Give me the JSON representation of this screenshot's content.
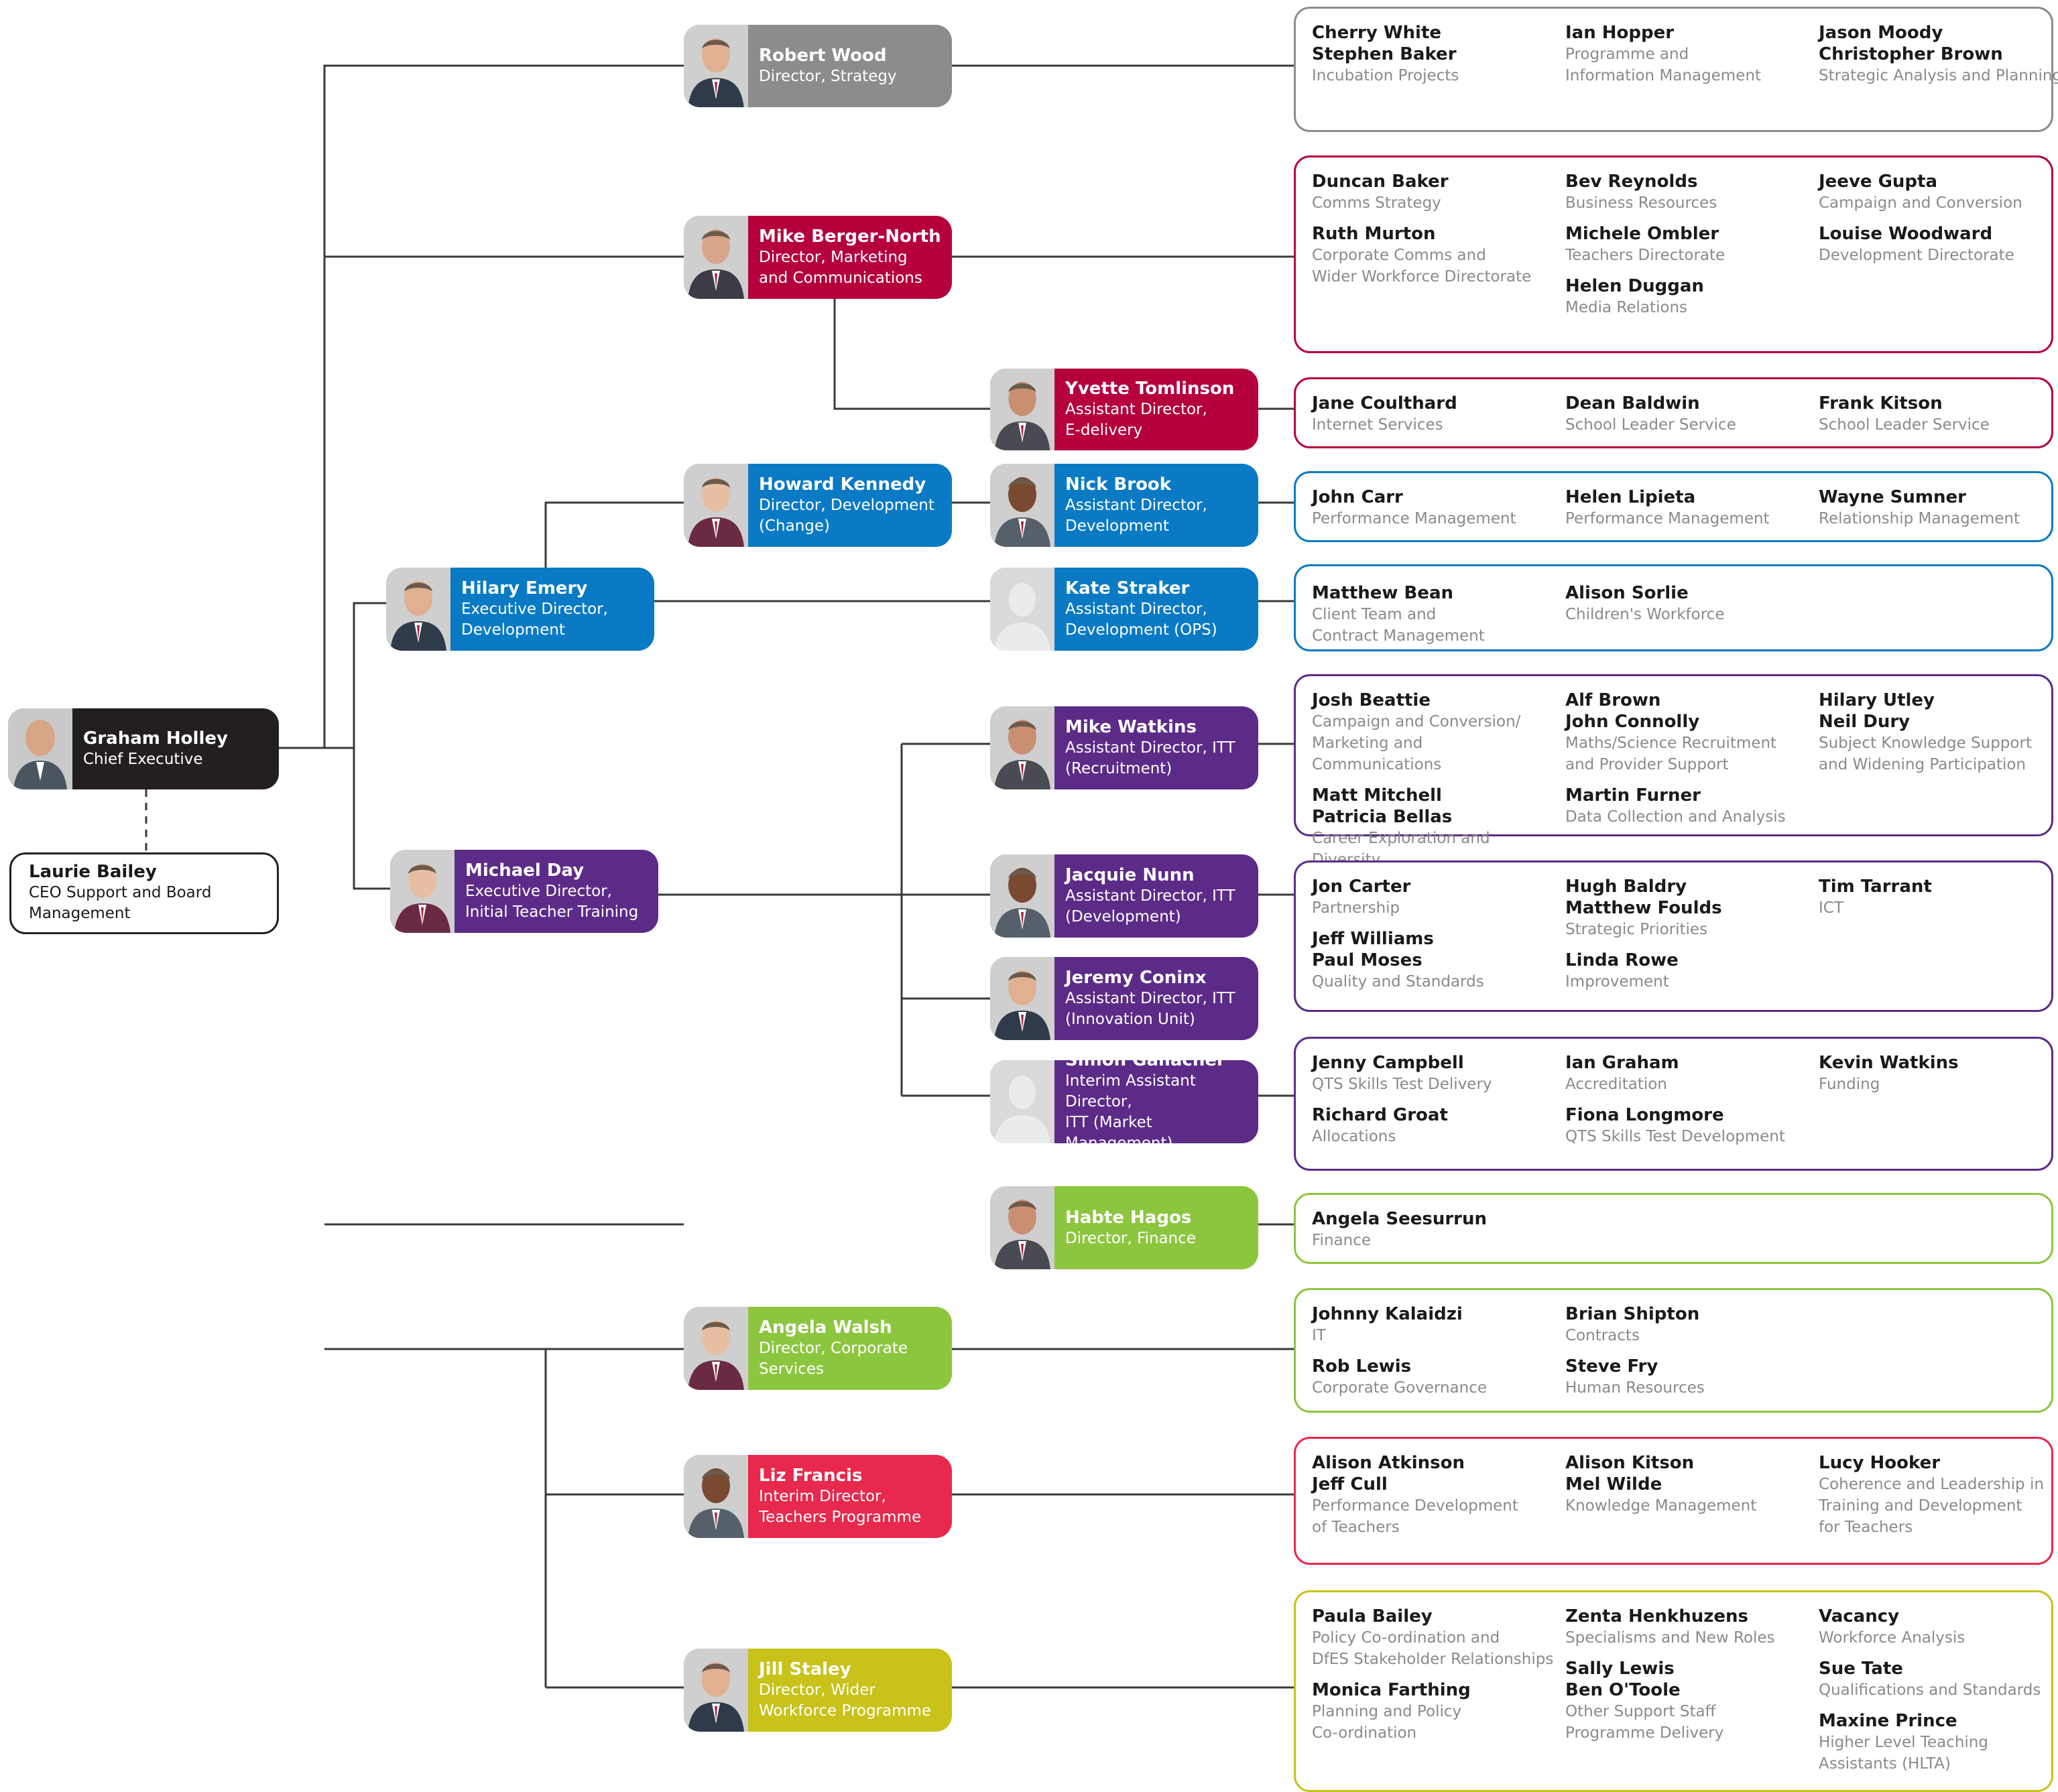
{
  "colors": {
    "grey": "#8c8c8c",
    "crimson": "#b5003c",
    "blue": "#0a7ac4",
    "purple": "#5c2b87",
    "green": "#8cc63f",
    "pink": "#e8284c",
    "yellow": "#c8c21a",
    "black": "#231f20"
  },
  "ceo": {
    "name": "Graham Holley",
    "role": "Chief Executive"
  },
  "support": {
    "name": "Laurie Bailey",
    "role": "CEO Support and Board\nManagement"
  },
  "people": [
    {
      "id": "robert-wood",
      "name": "Robert Wood",
      "role": "Director, Strategy",
      "color": "grey",
      "icon": "portrait-photo"
    },
    {
      "id": "mike-berger-north",
      "name": "Mike Berger-North",
      "role": "Director, Marketing\nand Communications",
      "color": "crimson",
      "icon": "portrait-photo"
    },
    {
      "id": "yvette-tomlinson",
      "name": "Yvette Tomlinson",
      "role": "Assistant Director,\nE-delivery",
      "color": "crimson",
      "icon": "portrait-photo"
    },
    {
      "id": "howard-kennedy",
      "name": "Howard Kennedy",
      "role": "Director, Development\n(Change)",
      "color": "blue",
      "icon": "portrait-photo"
    },
    {
      "id": "nick-brook",
      "name": "Nick Brook",
      "role": "Assistant Director,\nDevelopment",
      "color": "blue",
      "icon": "portrait-photo"
    },
    {
      "id": "hilary-emery",
      "name": "Hilary Emery",
      "role": "Executive Director,\nDevelopment",
      "color": "blue",
      "icon": "portrait-photo"
    },
    {
      "id": "kate-straker",
      "name": "Kate Straker",
      "role": "Assistant Director,\nDevelopment (OPS)",
      "color": "blue",
      "icon": "person-silhouette"
    },
    {
      "id": "mike-watkins",
      "name": "Mike Watkins",
      "role": "Assistant Director, ITT\n(Recruitment)",
      "color": "purple",
      "icon": "portrait-photo"
    },
    {
      "id": "michael-day",
      "name": "Michael Day",
      "role": "Executive Director,\nInitial Teacher Training",
      "color": "purple",
      "icon": "portrait-photo"
    },
    {
      "id": "jacquie-nunn",
      "name": "Jacquie Nunn",
      "role": "Assistant Director, ITT\n(Development)",
      "color": "purple",
      "icon": "portrait-photo"
    },
    {
      "id": "jeremy-coninx",
      "name": "Jeremy Coninx",
      "role": "Assistant Director, ITT\n(Innovation Unit)",
      "color": "purple",
      "icon": "portrait-photo"
    },
    {
      "id": "simon-gallacher",
      "name": "Simon Gallacher",
      "role": "Interim Assistant Director,\nITT (Market Management)",
      "color": "purple",
      "icon": "person-silhouette"
    },
    {
      "id": "habte-hagos",
      "name": "Habte Hagos",
      "role": "Director, Finance",
      "color": "green",
      "icon": "portrait-photo"
    },
    {
      "id": "angela-walsh",
      "name": "Angela Walsh",
      "role": "Director, Corporate\nServices",
      "color": "green",
      "icon": "portrait-photo"
    },
    {
      "id": "liz-francis",
      "name": "Liz Francis",
      "role": "Interim Director,\nTeachers Programme",
      "color": "pink",
      "icon": "portrait-photo"
    },
    {
      "id": "jill-staley",
      "name": "Jill Staley",
      "role": "Director, Wider\nWorkforce Programme",
      "color": "yellow",
      "icon": "portrait-photo"
    }
  ],
  "staff_boxes": [
    {
      "id": "strategy",
      "color": "grey",
      "columns": [
        [
          {
            "names": "Cherry White\nStephen Baker",
            "role": "Incubation Projects"
          }
        ],
        [
          {
            "names": "Ian Hopper",
            "role": "Programme and\nInformation Management"
          }
        ],
        [
          {
            "names": "Jason Moody\nChristopher Brown",
            "role": "Strategic Analysis and Planning"
          }
        ]
      ]
    },
    {
      "id": "marketing",
      "color": "crimson",
      "columns": [
        [
          {
            "names": "Duncan Baker",
            "role": "Comms Strategy"
          },
          {
            "names": "Ruth Murton",
            "role": "Corporate Comms and\nWider Workforce Directorate"
          }
        ],
        [
          {
            "names": "Bev Reynolds",
            "role": "Business Resources"
          },
          {
            "names": "Michele Ombler",
            "role": "Teachers Directorate"
          },
          {
            "names": "Helen Duggan",
            "role": "Media Relations"
          }
        ],
        [
          {
            "names": "Jeeve Gupta",
            "role": "Campaign and Conversion"
          },
          {
            "names": "Louise Woodward",
            "role": "Development Directorate"
          }
        ]
      ]
    },
    {
      "id": "e-delivery",
      "color": "crimson",
      "columns": [
        [
          {
            "names": "Jane Coulthard",
            "role": "Internet Services"
          }
        ],
        [
          {
            "names": "Dean Baldwin",
            "role": "School Leader Service"
          }
        ],
        [
          {
            "names": "Frank Kitson",
            "role": "School Leader Service"
          }
        ]
      ]
    },
    {
      "id": "development",
      "color": "blue",
      "columns": [
        [
          {
            "names": "John Carr",
            "role": "Performance Management"
          }
        ],
        [
          {
            "names": "Helen Lipieta",
            "role": "Performance Management"
          }
        ],
        [
          {
            "names": "Wayne Sumner",
            "role": "Relationship Management"
          }
        ]
      ]
    },
    {
      "id": "development-ops",
      "color": "blue",
      "columns": [
        [
          {
            "names": "Matthew Bean",
            "role": "Client Team and\nContract Management"
          }
        ],
        [
          {
            "names": "Alison Sorlie",
            "role": "Children's Workforce"
          }
        ]
      ]
    },
    {
      "id": "itt-recruitment",
      "color": "purple",
      "columns": [
        [
          {
            "names": "Josh Beattie",
            "role": "Campaign and Conversion/\nMarketing and Communications"
          },
          {
            "names": "Matt Mitchell\nPatricia Bellas",
            "role": "Career Exploration and Diversity"
          }
        ],
        [
          {
            "names": "Alf Brown\nJohn Connolly",
            "role": "Maths/Science Recruitment\nand Provider Support"
          },
          {
            "names": "Martin Furner",
            "role": "Data Collection and Analysis"
          }
        ],
        [
          {
            "names": "Hilary Utley\nNeil Dury",
            "role": "Subject Knowledge Support\nand Widening Participation"
          }
        ]
      ]
    },
    {
      "id": "itt-development",
      "color": "purple",
      "columns": [
        [
          {
            "names": "Jon Carter",
            "role": "Partnership"
          },
          {
            "names": "Jeff Williams\nPaul Moses",
            "role": "Quality and Standards"
          }
        ],
        [
          {
            "names": "Hugh Baldry\nMatthew Foulds",
            "role": "Strategic Priorities"
          },
          {
            "names": "Linda Rowe",
            "role": "Improvement"
          }
        ],
        [
          {
            "names": "Tim Tarrant",
            "role": "ICT"
          }
        ]
      ]
    },
    {
      "id": "itt-market",
      "color": "purple",
      "columns": [
        [
          {
            "names": "Jenny Campbell",
            "role": "QTS Skills Test Delivery"
          },
          {
            "names": "Richard Groat",
            "role": "Allocations"
          }
        ],
        [
          {
            "names": "Ian Graham",
            "role": "Accreditation"
          },
          {
            "names": "Fiona Longmore",
            "role": "QTS Skills Test Development"
          }
        ],
        [
          {
            "names": "Kevin Watkins",
            "role": "Funding"
          }
        ]
      ]
    },
    {
      "id": "finance",
      "color": "green",
      "columns": [
        [
          {
            "names": "Angela Seesurrun",
            "role": "Finance"
          }
        ]
      ]
    },
    {
      "id": "corporate",
      "color": "green",
      "columns": [
        [
          {
            "names": "Johnny Kalaidzi",
            "role": "IT"
          },
          {
            "names": "Rob Lewis",
            "role": "Corporate Governance"
          }
        ],
        [
          {
            "names": "Brian Shipton",
            "role": "Contracts"
          },
          {
            "names": "Steve Fry",
            "role": "Human Resources"
          }
        ]
      ]
    },
    {
      "id": "teachers",
      "color": "pink",
      "columns": [
        [
          {
            "names": "Alison Atkinson\nJeff Cull",
            "role": "Performance Development\nof Teachers"
          }
        ],
        [
          {
            "names": "Alison Kitson\nMel Wilde",
            "role": "Knowledge Management"
          }
        ],
        [
          {
            "names": "Lucy Hooker",
            "role": "Coherence and Leadership in\nTraining and Development\nfor Teachers"
          }
        ]
      ]
    },
    {
      "id": "wider-workforce",
      "color": "yellow",
      "columns": [
        [
          {
            "names": "Paula Bailey",
            "role": "Policy Co-ordination and\nDfES Stakeholder Relationships"
          },
          {
            "names": "Monica Farthing",
            "role": "Planning and Policy\nCo-ordination"
          }
        ],
        [
          {
            "names": "Zenta Henkhuzens",
            "role": "Specialisms and New Roles"
          },
          {
            "names": "Sally Lewis\nBen O'Toole",
            "role": "Other Support Staff\nProgramme Delivery"
          }
        ],
        [
          {
            "names": "Vacancy",
            "role": "Workforce Analysis"
          },
          {
            "names": "Sue Tate",
            "role": "Qualifications and Standards"
          },
          {
            "names": "Maxine Prince",
            "role": "Higher Level Teaching\nAssistants (HLTA)"
          }
        ]
      ]
    }
  ]
}
